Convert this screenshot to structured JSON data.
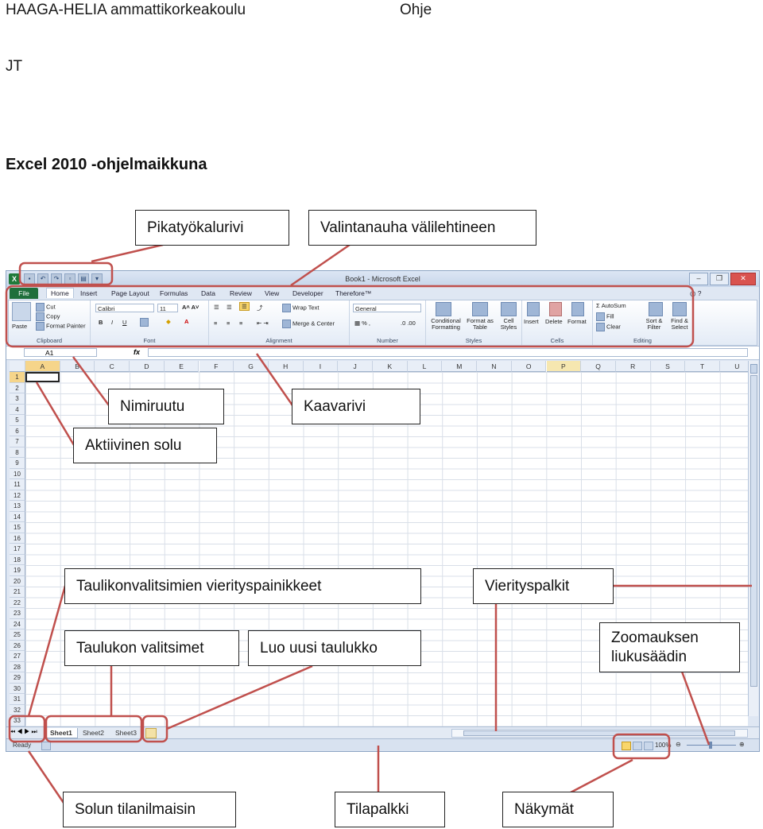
{
  "header": {
    "org": "HAAGA-HELIA ammattikorkeakoulu",
    "help": "Ohje",
    "author": "JT",
    "title": "Excel 2010 -ohjelmaikkuna"
  },
  "callouts": {
    "qat": "Pikatyökalurivi",
    "ribbon": "Valintanauha välilehtineen",
    "namebox": "Nimiruutu",
    "formulabar": "Kaavarivi",
    "activecell": "Aktiivinen solu",
    "tabscroll": "Taulikonvalitsimien vierityspainikkeet",
    "scrollbars": "Vierityspalkit",
    "sheettabs": "Taulukon valitsimet",
    "newsheet": "Luo uusi taulukko",
    "zoom": "Zoomauksen liukusäädin",
    "cellmode": "Solun tilanilmaisin",
    "statusbar": "Tilapalkki",
    "views": "Näkymät"
  },
  "excel": {
    "window_title": "Book1 - Microsoft Excel",
    "file_tab": "File",
    "tabs": [
      "Home",
      "Insert",
      "Page Layout",
      "Formulas",
      "Data",
      "Review",
      "View",
      "Developer",
      "Therefore™"
    ],
    "clipboard": {
      "paste": "Paste",
      "cut": "Cut",
      "copy": "Copy",
      "format_painter": "Format Painter",
      "label": "Clipboard"
    },
    "font": {
      "name": "Calibri",
      "size": "11",
      "label": "Font"
    },
    "alignment": {
      "wrap": "Wrap Text",
      "merge": "Merge & Center",
      "label": "Alignment"
    },
    "number": {
      "format": "General",
      "label": "Number"
    },
    "styles": {
      "conditional": "Conditional Formatting",
      "format_table": "Format as Table",
      "cell_styles": "Cell Styles",
      "label": "Styles"
    },
    "cells": {
      "insert": "Insert",
      "delete": "Delete",
      "format": "Format",
      "label": "Cells"
    },
    "editing": {
      "autosum": "AutoSum",
      "fill": "Fill",
      "clear": "Clear",
      "sort": "Sort & Filter",
      "find": "Find & Select",
      "label": "Editing"
    },
    "namebox": "A1",
    "fx": "fx",
    "columns": [
      "A",
      "B",
      "C",
      "D",
      "E",
      "F",
      "G",
      "H",
      "I",
      "J",
      "K",
      "L",
      "M",
      "N",
      "O",
      "P",
      "Q",
      "R",
      "S",
      "T",
      "U"
    ],
    "rows": [
      "1",
      "2",
      "3",
      "4",
      "5",
      "6",
      "7",
      "8",
      "9",
      "10",
      "11",
      "12",
      "13",
      "14",
      "15",
      "16",
      "17",
      "18",
      "19",
      "20",
      "21",
      "22",
      "23",
      "24",
      "25",
      "26",
      "27",
      "28",
      "29",
      "30",
      "31",
      "32",
      "33"
    ],
    "sheets": [
      "Sheet1",
      "Sheet2",
      "Sheet3"
    ],
    "status": "Ready",
    "zoom": "100%"
  },
  "colors": {
    "highlight": "#c0504d",
    "excel_green": "#1f7a3a"
  }
}
